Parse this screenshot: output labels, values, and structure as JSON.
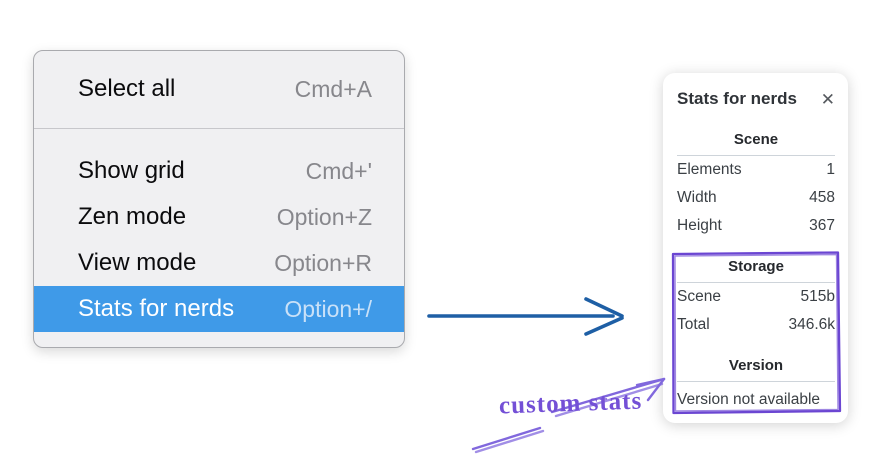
{
  "menu": {
    "items": [
      {
        "label": "Select all",
        "shortcut": "Cmd+A"
      },
      {
        "label": "Show grid",
        "shortcut": "Cmd+'"
      },
      {
        "label": "Zen mode",
        "shortcut": "Option+Z"
      },
      {
        "label": "View mode",
        "shortcut": "Option+R"
      },
      {
        "label": "Stats for nerds",
        "shortcut": "Option+/"
      }
    ],
    "highlighted_item": "Stats for nerds"
  },
  "panel": {
    "title": "Stats for nerds",
    "scene": {
      "heading": "Scene",
      "rows": [
        {
          "label": "Elements",
          "value": "1"
        },
        {
          "label": "Width",
          "value": "458"
        },
        {
          "label": "Height",
          "value": "367"
        }
      ]
    },
    "storage": {
      "heading": "Storage",
      "rows": [
        {
          "label": "Scene",
          "value": "515b"
        },
        {
          "label": "Total",
          "value": "346.6k"
        }
      ]
    },
    "version": {
      "heading": "Version",
      "note": "Version not available"
    }
  },
  "annotation": {
    "label": "custom stats"
  },
  "icons": {
    "close": "✕"
  },
  "colors": {
    "menu_highlight": "#3f9ae8",
    "menu_background": "#f0f0f2",
    "arrow_blue": "#1e5fa5",
    "annotation_purple": "#8168dd",
    "box_purple": "#6b46d2"
  }
}
